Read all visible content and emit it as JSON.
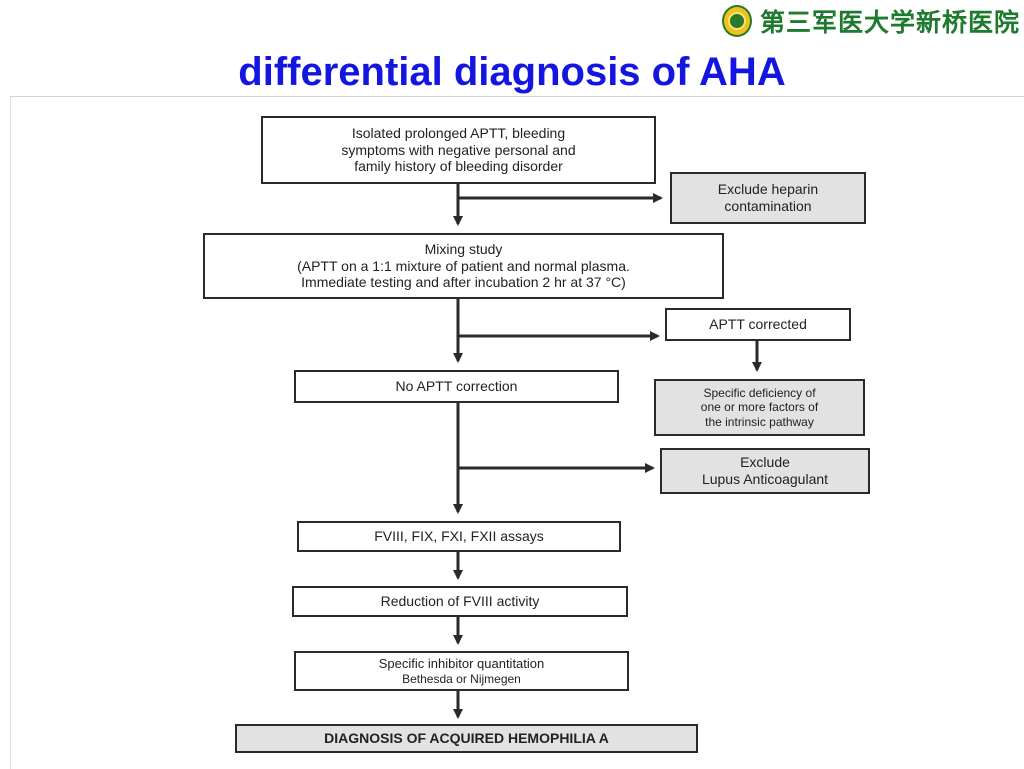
{
  "header": {
    "logo_text": "第三军医大学新桥医院",
    "title": "differential diagnosis of AHA"
  },
  "flowchart": {
    "start": [
      "Isolated prolonged APTT, bleeding",
      "symptoms with negative personal and",
      "family history of bleeding disorder"
    ],
    "exclude_heparin": [
      "Exclude heparin",
      "contamination"
    ],
    "mixing": [
      "Mixing study",
      "(APTT on a 1:1 mixture of patient and normal plasma.",
      "Immediate testing and after incubation 2 hr at 37 °C)"
    ],
    "aptt_corrected": "APTT corrected",
    "specific_deficiency": [
      "Specific deficiency of",
      "one or more factors of",
      "the intrinsic pathway"
    ],
    "no_correction": "No APTT correction",
    "exclude_la": [
      "Exclude",
      "Lupus Anticoagulant"
    ],
    "assays": "FVIII, FIX, FXI, FXII assays",
    "reduction": "Reduction of FVIII activity",
    "inhibitor": [
      "Specific inhibitor quantitation",
      "Bethesda or Nijmegen"
    ],
    "diagnosis": "DIAGNOSIS OF ACQUIRED HEMOPHILIA A"
  },
  "colors": {
    "title": "#1515e0",
    "logo": "#1e7a2e",
    "box_gray": "#e2e2e2",
    "line": "#2a2a2a"
  }
}
